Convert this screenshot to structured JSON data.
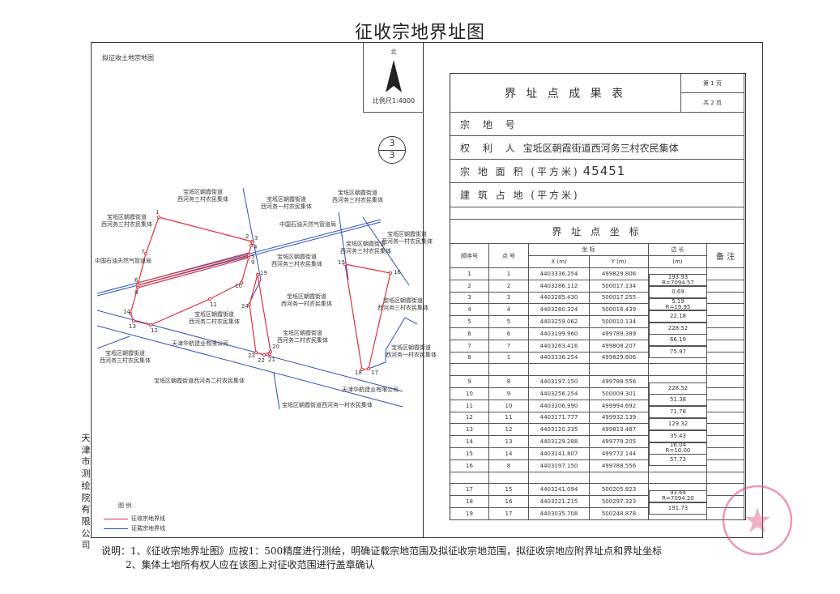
{
  "title": "征收宗地界址图",
  "map": {
    "caption": "拟征收土地宗地图",
    "north_label": "北",
    "scale": "比例尺1:4000",
    "parcel_code": {
      "top": "3",
      "bottom": "3"
    },
    "labels": [
      "宝坻区朝霞街道\n西河务三村农民集体",
      "宝坻区朝霞街道\n西河务三村农民集体",
      "宝坻区朝霞街道\n西河务一村农民集体",
      "宝坻区朝霞街道\n西河务三村农民集体",
      "中国石油天然气管道局",
      "宝坻区朝霞街道\n西河务一村农民集体",
      "宝坻区朝霞街道\n西河务三村农民集体",
      "中国石油天然气管道局",
      "宝坻区朝霞街道\n西河务三村农民集体",
      "宝坻区朝霞街道\n西河务一村农民集体",
      "宝坻区朝霞街道\n西河务三村农民集体",
      "宝坻区朝霞街道\n西河务二村农民集体",
      "宝坻区朝霞街道\n西河务二村农民集体",
      "宝坻区朝霞街道\n西河务一村农民集体",
      "天津华航建业有限公司",
      "宝坻区朝霞街道\n西河务三村农民集体",
      "宝坻区朝霞街道西河务二村农民集体",
      "天津华航建业有限公司",
      "宝坻区朝霞街道西河务一村农民集体"
    ],
    "point_labels": [
      "1",
      "2",
      "3",
      "4",
      "5",
      "6",
      "7",
      "8",
      "9",
      "10",
      "11",
      "12",
      "13",
      "14",
      "15",
      "16",
      "17",
      "18",
      "19",
      "20",
      "21",
      "22",
      "23",
      "24"
    ],
    "legend": {
      "title": "图 例",
      "items": [
        {
          "label": "征收宗地界线",
          "color": "#e0303a"
        },
        {
          "label": "证载宗地界线",
          "color": "#2a4fc0"
        }
      ]
    }
  },
  "company": "天津市测绘院有限公司",
  "table": {
    "title": "界 址 点 成 果 表",
    "page": "第  1  页",
    "total": "共  2  页",
    "parcel_no_label": "宗 地 号",
    "owner_label": "权 利 人",
    "owner": "宝坻区朝霞街道西河务三村农民集体",
    "area_label": "宗 地 面 积 (平方米)",
    "area": "45451",
    "building_label": "建 筑 占 地 (平方米)",
    "coord_title": "界 址 点 坐 标",
    "headers": {
      "seq": "顺序号",
      "point": "点 号",
      "coord": "坐          标",
      "x": "X (m)",
      "y": "Y (m)",
      "edge": "边     长",
      "edge_unit": "(m)",
      "note": "备 注"
    },
    "rows": [
      {
        "seq": "1",
        "pt": "1",
        "x": "4403336.254",
        "y": "499829.806"
      },
      {
        "seq": "2",
        "pt": "2",
        "x": "4403286.112",
        "y": "500017.134"
      },
      {
        "seq": "3",
        "pt": "3",
        "x": "4403285.430",
        "y": "500017.255"
      },
      {
        "seq": "4",
        "pt": "4",
        "x": "4403280.324",
        "y": "500016.439"
      },
      {
        "seq": "5",
        "pt": "5",
        "x": "4403259.062",
        "y": "500010.134"
      },
      {
        "seq": "6",
        "pt": "6",
        "x": "4403199.960",
        "y": "499789.389"
      },
      {
        "seq": "7",
        "pt": "7",
        "x": "4403263.416",
        "y": "499808.207"
      },
      {
        "seq": "8",
        "pt": "1",
        "x": "4403336.254",
        "y": "499829.806"
      },
      {
        "seq": "",
        "pt": "",
        "x": "",
        "y": ""
      },
      {
        "seq": "9",
        "pt": "8",
        "x": "4403197.150",
        "y": "499788.556"
      },
      {
        "seq": "10",
        "pt": "9",
        "x": "4403256.254",
        "y": "500009.301"
      },
      {
        "seq": "11",
        "pt": "10",
        "x": "4403206.990",
        "y": "499994.692"
      },
      {
        "seq": "12",
        "pt": "11",
        "x": "4403171.777",
        "y": "499932.139"
      },
      {
        "seq": "13",
        "pt": "12",
        "x": "4403120.335",
        "y": "499813.487"
      },
      {
        "seq": "14",
        "pt": "13",
        "x": "4403129.288",
        "y": "499779.205"
      },
      {
        "seq": "15",
        "pt": "14",
        "x": "4403141.807",
        "y": "499772.144"
      },
      {
        "seq": "16",
        "pt": "8",
        "x": "4403197.150",
        "y": "499788.556"
      },
      {
        "seq": "",
        "pt": "",
        "x": "",
        "y": ""
      },
      {
        "seq": "17",
        "pt": "15",
        "x": "4403241.094",
        "y": "500205.823"
      },
      {
        "seq": "18",
        "pt": "16",
        "x": "4403221.215",
        "y": "500297.323"
      },
      {
        "seq": "19",
        "pt": "17",
        "x": "4403035.708",
        "y": "500248.878"
      }
    ],
    "edges": [
      {
        "after_row": 0,
        "len": "193.93",
        "r": "R=7094.57"
      },
      {
        "after_row": 1,
        "len": "0.69",
        "r": ""
      },
      {
        "after_row": 2,
        "len": "5.19",
        "r": "R=19.95"
      },
      {
        "after_row": 3,
        "len": "22.18",
        "r": ""
      },
      {
        "after_row": 4,
        "len": "228.52",
        "r": ""
      },
      {
        "after_row": 5,
        "len": "66.19",
        "r": ""
      },
      {
        "after_row": 6,
        "len": "75.97",
        "r": ""
      },
      {
        "after_row": 9,
        "len": "228.52",
        "r": ""
      },
      {
        "after_row": 10,
        "len": "51.38",
        "r": ""
      },
      {
        "after_row": 11,
        "len": "71.78",
        "r": ""
      },
      {
        "after_row": 12,
        "len": "129.32",
        "r": ""
      },
      {
        "after_row": 13,
        "len": "35.43",
        "r": ""
      },
      {
        "after_row": 14,
        "len": "16.04",
        "r": "R=10.00"
      },
      {
        "after_row": 15,
        "len": "57.73",
        "r": ""
      },
      {
        "after_row": 18,
        "len": "93.64",
        "r": "R=7094.20"
      },
      {
        "after_row": 19,
        "len": "191.73",
        "r": ""
      }
    ]
  },
  "notes": [
    "说明：1、《征收宗地界址图》应按1：500精度进行测绘，明确证载宗地范围及拟征收宗地范围，拟征收宗地应附界址点和界址坐标",
    "2、集体土地所有权人应在该图上对征收范围进行盖章确认"
  ],
  "colors": {
    "expropriation_line": "#e0303a",
    "certified_line": "#2a4fc0",
    "stamp": "#e05080"
  }
}
